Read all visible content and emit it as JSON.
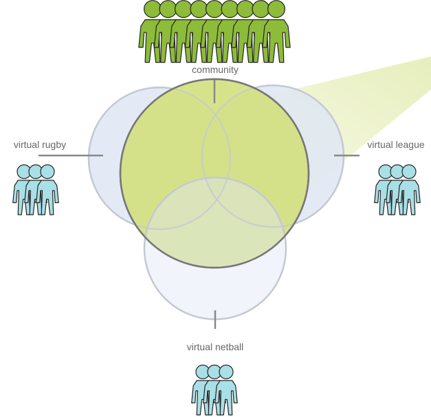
{
  "labels": {
    "community": "community",
    "virtual_rugby": "virtual rugby",
    "virtual_league": "virtual league",
    "virtual_netball": "virtual netball"
  },
  "groups": {
    "community": {
      "icon": "people-group-icon",
      "people": 9,
      "color": "#8dbb3a"
    },
    "virtual_rugby": {
      "icon": "people-group-icon",
      "people": 3,
      "color": "#a9dfe6"
    },
    "virtual_league": {
      "icon": "people-group-icon",
      "people": 3,
      "color": "#a9dfe6"
    },
    "virtual_netball": {
      "icon": "people-group-icon",
      "people": 3,
      "color": "#a9dfe6"
    }
  },
  "colors": {
    "outer_circle_fill": "#dfe6f3",
    "outer_circle_stroke": "#c3c9d3",
    "central_circle_fill": "#d3e07d",
    "central_circle_stroke": "#777777",
    "connector": "#888888",
    "beam": "#dfe8a4",
    "person_outline": "#222222"
  }
}
